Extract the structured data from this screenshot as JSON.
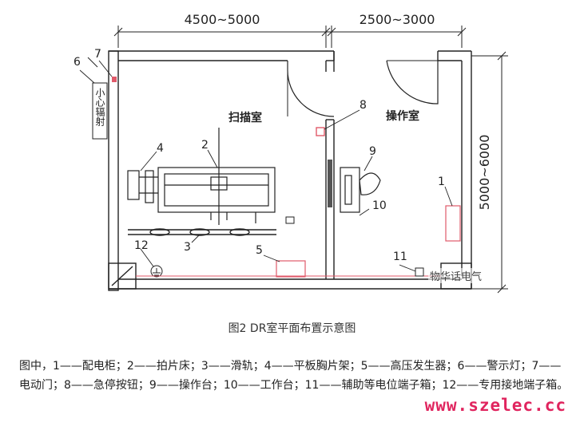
{
  "figure": {
    "dim_scan_width": "4500~5000",
    "dim_control_width": "2500~3000",
    "dim_height": "5000~6000",
    "scan_room_label": "扫描室",
    "control_room_label": "操作室",
    "warning_sign": "小心辐射",
    "callouts": [
      "1",
      "2",
      "3",
      "4",
      "5",
      "6",
      "7",
      "8",
      "9",
      "10",
      "11",
      "12"
    ]
  },
  "caption": "图2 DR室平面布置示意图",
  "legend_text": "图中，1——配电柜；2——拍片床；3——滑轨；4——平板胸片架；5——高压发生器；6——警示灯；7——电动门；8——急停按钮；9——操作台；10——工作台；11——辅助等电位端子箱；12——专用接地端子箱。",
  "wechat_tag": "物华话电气",
  "watermark": "www.szelec.cc",
  "colors": {
    "line": "#222222",
    "accent": "#e05a6a",
    "watermark": "#e0245e"
  }
}
